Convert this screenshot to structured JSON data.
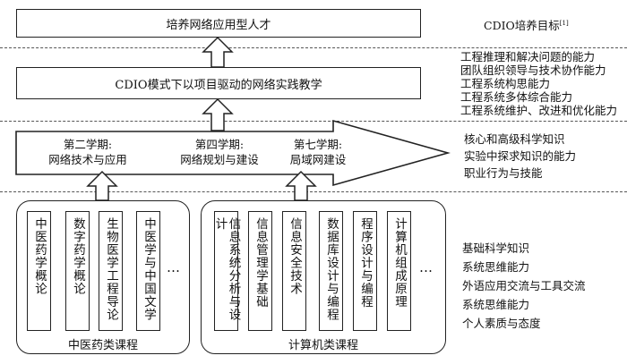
{
  "top": {
    "title": "培养网络应用型人才",
    "label": "CDIO培养目标",
    "label_ref": "[1]"
  },
  "middle": {
    "title": "CDIO模式下以项目驱动的网络实践教学",
    "abilities": [
      "工程推理和解决问题的能力",
      "团队组织领导与技术协作能力",
      "工程系统构思能力",
      "工程系统多体综合能力",
      "工程系统维护、改进和优化能力"
    ]
  },
  "semesters": {
    "items": [
      {
        "term": "第二学期:",
        "course": "网络技术与应用"
      },
      {
        "term": "第四学期:",
        "course": "网络规划与建设"
      },
      {
        "term": "第七学期:",
        "course": "局域网建设"
      }
    ],
    "side_notes": [
      "核心和高级科学知识",
      "实验中探求知识的能力",
      "职业行为与技能"
    ]
  },
  "tcm_group": {
    "label": "中医药类课程",
    "courses": [
      "中医药学概论",
      "数字药学概论",
      "生物医学工程导论",
      "中医学与中国文学"
    ],
    "ellipsis": "…"
  },
  "cs_group": {
    "label": "计算机类课程",
    "courses": [
      "信息系统分析与设计",
      "信息管理学基础",
      "信息安全技术",
      "数据库设计与编程",
      "程序设计与编程",
      "计算机组成原理"
    ],
    "ellipsis": "…"
  },
  "basics": [
    "基础科学知识",
    "系统思维能力",
    "外语应用交流与工具交流",
    "系统思维能力",
    "个人素质与态度"
  ]
}
